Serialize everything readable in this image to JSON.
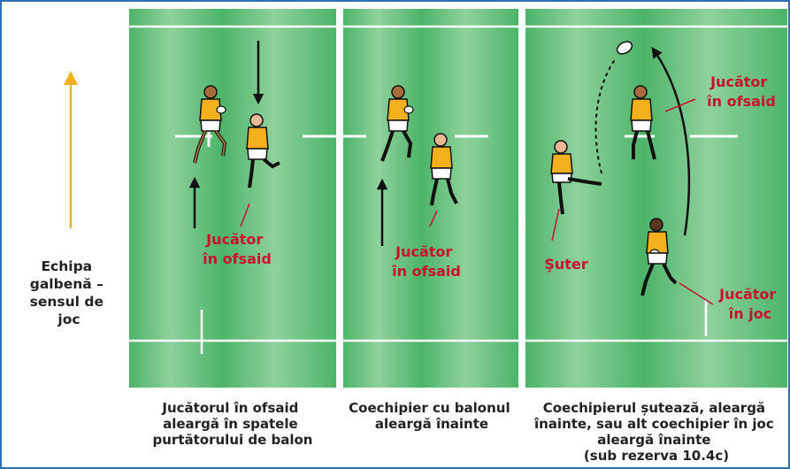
{
  "left_legend": {
    "lines": [
      "Echipa",
      "galbenă –",
      "sensul de",
      "joc"
    ],
    "arrow_color": "#f2b11c"
  },
  "panels": [
    {
      "labels": [
        {
          "lines": [
            "Jucător",
            "în ofsaid"
          ]
        }
      ],
      "caption": [
        "Jucătorul în ofsaid",
        "aleargă în spatele",
        "purtătorului de balon"
      ]
    },
    {
      "labels": [
        {
          "lines": [
            "Jucător",
            "în ofsaid"
          ]
        }
      ],
      "caption": [
        "Coechipier cu balonul",
        "aleargă înainte"
      ]
    },
    {
      "labels": [
        {
          "lines": [
            "Jucător",
            "în ofsaid"
          ]
        },
        {
          "lines": [
            "Şuter"
          ]
        },
        {
          "lines": [
            "Jucător",
            "în joc"
          ]
        }
      ],
      "caption": [
        "Coechipierul șutează, aleargă",
        "înainte, sau alt coechipier în joc",
        "aleargă înainte",
        "(sub rezerva 10.4c)"
      ]
    }
  ],
  "colors": {
    "frame": "#2e6fb3",
    "pitch_dark": "#46b062",
    "pitch_light": "#8ed09a",
    "label_red": "#c8102e",
    "jersey": "#f2b11c",
    "text": "#222222"
  },
  "icons": {
    "player": "rugby-player-icon",
    "ball": "rugby-ball-icon"
  }
}
